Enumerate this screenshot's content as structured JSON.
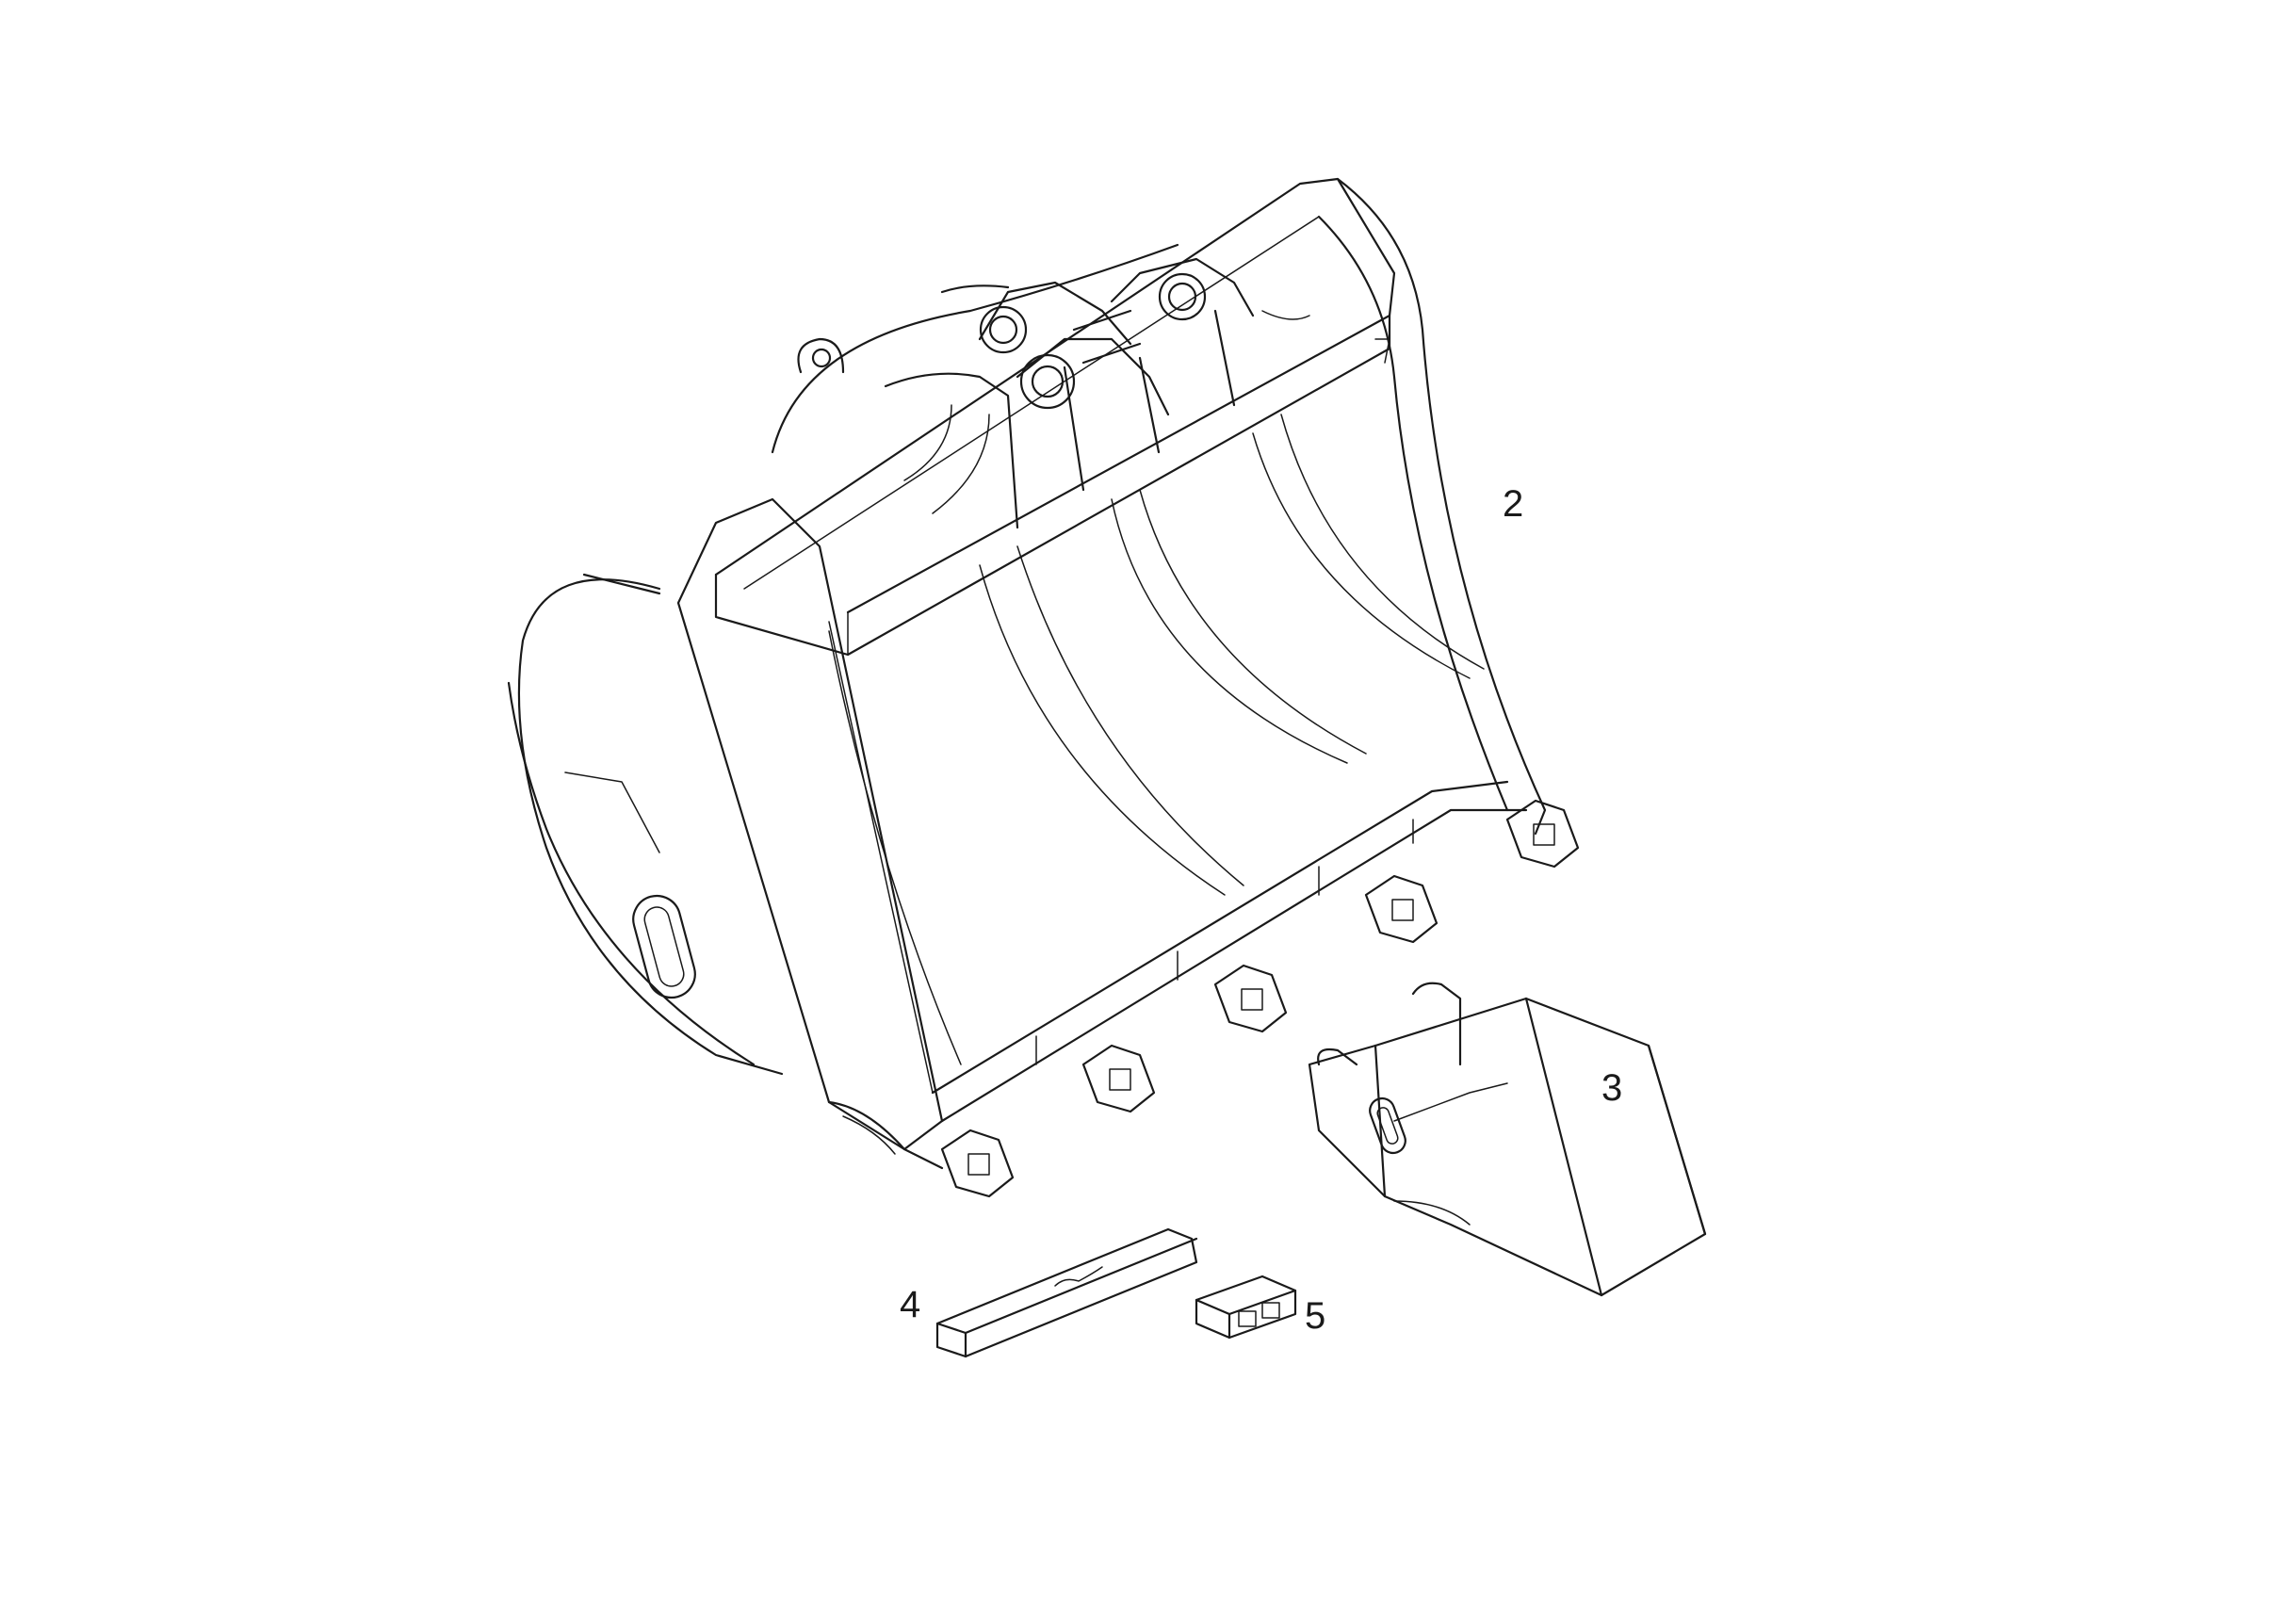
{
  "callouts": {
    "bucket": "2",
    "tooth": "3",
    "wear_strip": "4",
    "retainer": "5"
  },
  "colors": {
    "line": "#1a1a1a",
    "background": "#ffffff"
  }
}
